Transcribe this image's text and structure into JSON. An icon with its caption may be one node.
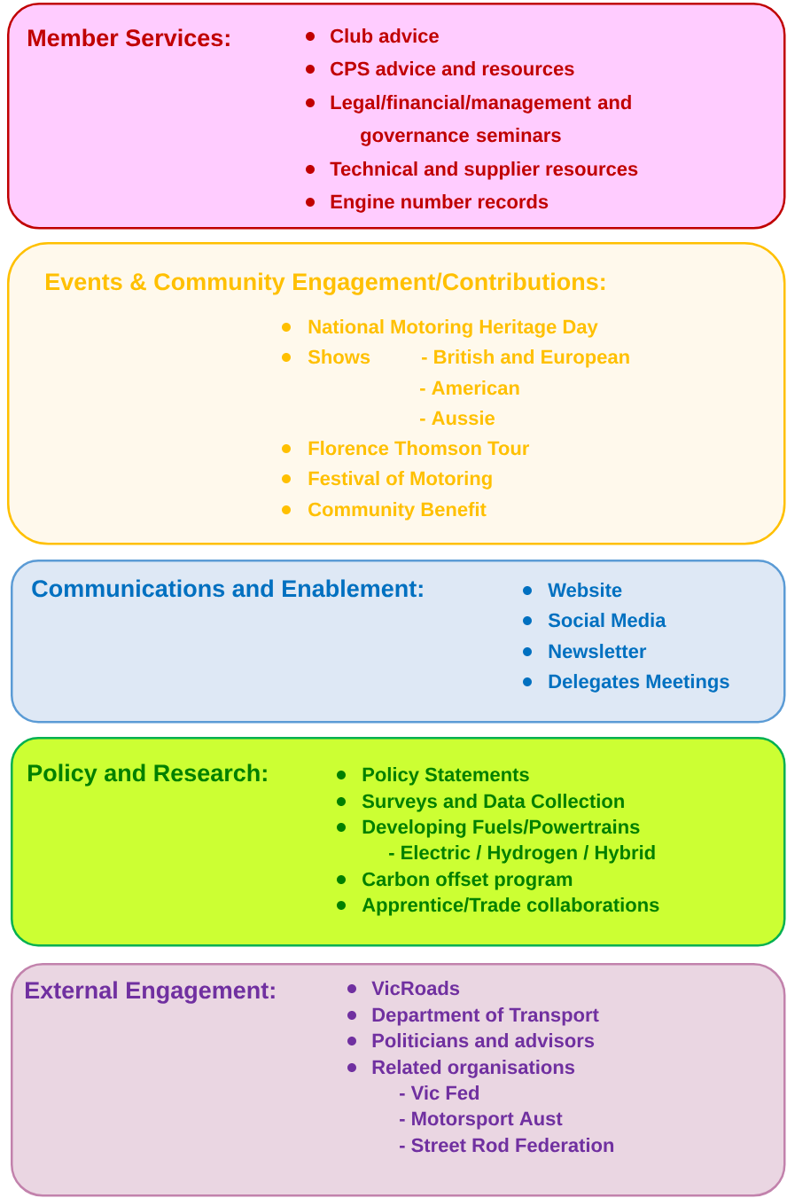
{
  "diagram": {
    "nodes": [
      {
        "text": [
          "Member Services:",
          "Club advice",
          "CPS advice and resources",
          "Legal/financial/management and governance seminars",
          "Technical and supplier resources",
          "Engine number records"
        ]
      },
      {
        "text": [
          "Events & Community Engagement/Contributions:",
          "National Motoring Heritage Day",
          "Shows",
          "- British and European",
          "- American",
          "- Aussie",
          "Florence Thomson Tour",
          "Festival of Motoring",
          "Community Benefit"
        ]
      },
      {
        "text": [
          "Communications and Enablement:",
          "Website",
          "Social Media",
          "Newsletter",
          "Delegates Meetings"
        ]
      },
      {
        "text": [
          "Policy and Research:",
          "Policy Statements",
          "Surveys and Data Collection",
          "Developing Fuels/Powertrains",
          "- Electric / Hydrogen / Hybrid",
          "Carbon offset program",
          "Apprentice/Trade collaborations"
        ]
      },
      {
        "text": [
          "External Engagement:",
          "VicRoads",
          "Department of Transport",
          "Politicians and advisors",
          "Related organisations",
          "- Vic Fed",
          "- Motorsport Aust",
          "- Street Rod Federation"
        ]
      }
    ]
  }
}
